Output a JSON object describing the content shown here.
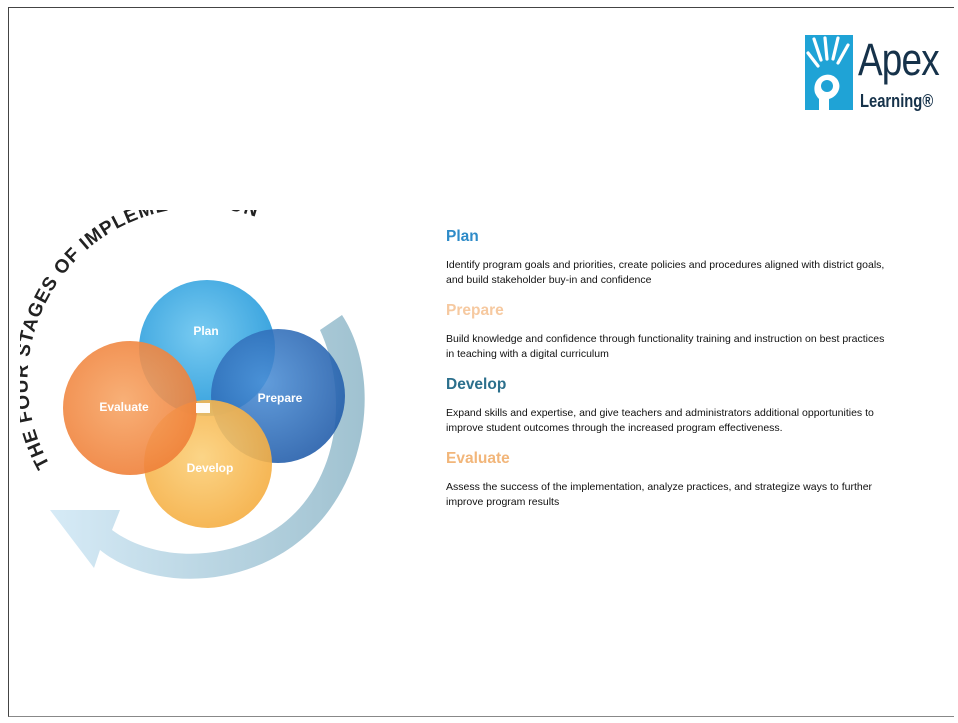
{
  "brand": {
    "name": "Apex",
    "sub": "Learning®",
    "mark_color": "#1fa3d6"
  },
  "diagram": {
    "title": "THE FOUR STAGES OF IMPLEMENTATION",
    "circles": [
      {
        "label": "Plan",
        "color": "#2fa3e0"
      },
      {
        "label": "Prepare",
        "color": "#2a6fc0"
      },
      {
        "label": "Develop",
        "color": "#f6b23f"
      },
      {
        "label": "Evaluate",
        "color": "#f08a3a"
      }
    ],
    "arrow_color": "#8fc8e8"
  },
  "stages": [
    {
      "title": "Plan",
      "desc": "Identify program goals and priorities, create policies and procedures aligned with district goals, and build stakeholder buy-in and confidence"
    },
    {
      "title": "Prepare",
      "desc": "Build knowledge and confidence through functionality training and instruction on best practices in teaching with a digital curriculum"
    },
    {
      "title": "Develop",
      "desc": "Expand skills and expertise, and give teachers and administrators additional opportunities to improve student outcomes through the increased program effectiveness."
    },
    {
      "title": "Evaluate",
      "desc": "Assess the success of the implementation, analyze practices, and strategize ways to further improve program results"
    }
  ]
}
